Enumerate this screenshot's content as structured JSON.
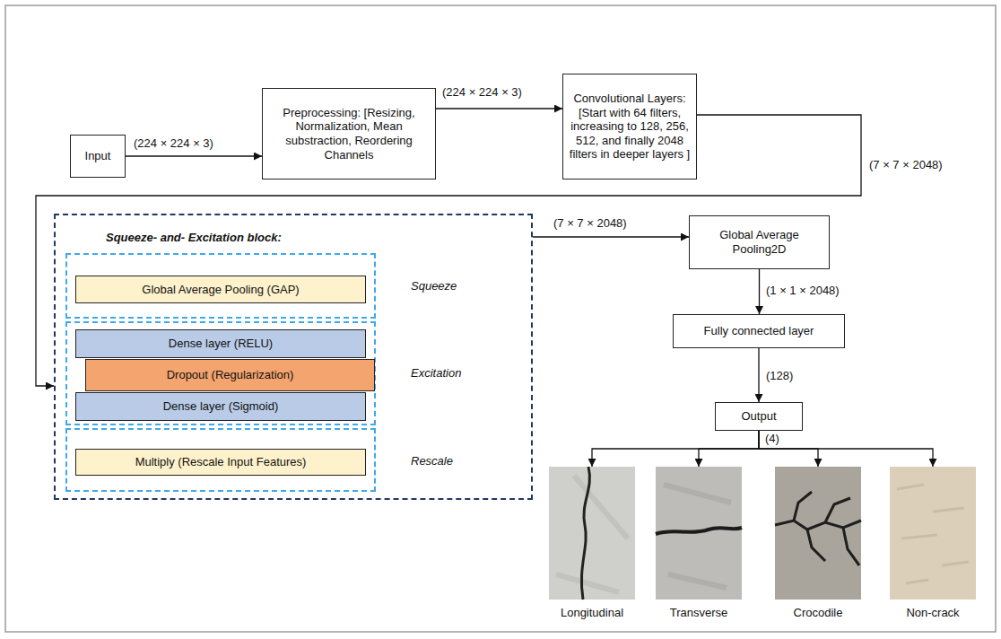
{
  "diagram": {
    "nodes": [
      {
        "text": [
          "Input"
        ]
      },
      {
        "text": [
          "Preprocessing: [Resizing, Normalization, Mean substraction, Reordering Channels"
        ]
      },
      {
        "text": [
          "Convolutional Layers: [Start with 64 filters, increasing to 128, 256, 512, and finally 2048 filters in deeper layers ]"
        ]
      },
      {
        "text": [
          "Squeeze- and- Excitation block:"
        ]
      },
      {
        "text": [
          "Squeeze"
        ],
        "in": 3
      },
      {
        "text": [
          "Global Average Pooling (GAP)"
        ],
        "in": 4
      },
      {
        "text": [
          "Excitation"
        ],
        "in": 3
      },
      {
        "text": [
          "Dense layer (RELU)"
        ],
        "in": 6
      },
      {
        "text": [
          "Dropout (Regularization)"
        ],
        "in": 6
      },
      {
        "text": [
          "Dense layer (Sigmoid)"
        ],
        "in": 6
      },
      {
        "text": [
          "Rescale"
        ],
        "in": 3
      },
      {
        "text": [
          "Multiply (Rescale Input Features)"
        ],
        "in": 10
      },
      {
        "text": [
          "Global Average Pooling2D"
        ]
      },
      {
        "text": [
          "Fully connected layer"
        ]
      },
      {
        "text": [
          "Output"
        ]
      },
      {
        "text": [
          "Longitudinal"
        ]
      },
      {
        "text": [
          "Transverse"
        ]
      },
      {
        "text": [
          "Crocodile"
        ]
      },
      {
        "text": [
          "Non-crack"
        ]
      }
    ],
    "edges": [
      {
        "from": 0,
        "to": 1,
        "label": "(224 × 224 × 3)",
        "arrow": "to"
      },
      {
        "from": 1,
        "to": 2,
        "label": "(224 × 224 × 3)",
        "arrow": "to"
      },
      {
        "from": 2,
        "to": 3,
        "label": "(7 × 7 × 2048)",
        "arrow": "to"
      },
      {
        "from": 3,
        "to": 12,
        "label": "(7 × 7 × 2048)",
        "arrow": "to"
      },
      {
        "from": 12,
        "to": 13,
        "label": "(1 × 1 × 2048)",
        "arrow": "to"
      },
      {
        "from": 13,
        "to": 14,
        "label": "(128)",
        "arrow": "to"
      },
      {
        "from": 14,
        "to": 15,
        "label": "(4)",
        "arrow": "to"
      },
      {
        "from": 14,
        "to": 16,
        "arrow": "to"
      },
      {
        "from": 14,
        "to": 17,
        "arrow": "to"
      },
      {
        "from": 14,
        "to": 18,
        "arrow": "to"
      }
    ]
  }
}
